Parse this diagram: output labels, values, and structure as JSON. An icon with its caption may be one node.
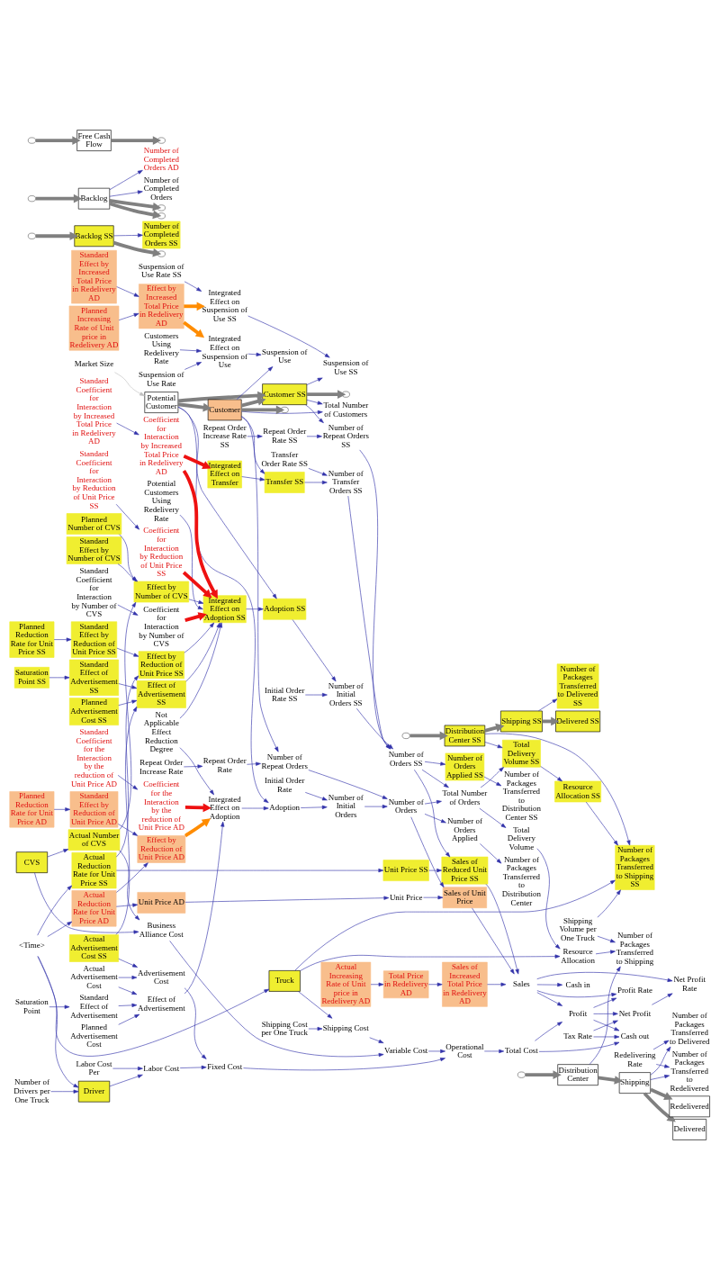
{
  "diagram": {
    "nodes": [
      {
        "text": [
          "Potential Customer"
        ]
      },
      {
        "text": [
          "Customer SS"
        ]
      },
      {
        "text": [
          "Customer"
        ]
      },
      {
        "text": [
          "Backlog SS"
        ]
      },
      {
        "text": [
          "Backlog"
        ]
      },
      {
        "text": [
          "Delivered SS"
        ]
      },
      {
        "text": [
          "Delivered"
        ]
      },
      {
        "text": [
          "Shipping SS"
        ]
      },
      {
        "text": [
          "Shipping"
        ]
      },
      {
        "text": [
          "Distribution Center SS"
        ]
      },
      {
        "text": [
          "Distribution Center"
        ]
      },
      {
        "text": [
          "Redelivered"
        ]
      },
      {
        "text": [
          "Free Cash Flow"
        ]
      },
      {
        "text": [
          "Driver"
        ]
      },
      {
        "text": [
          "Truck"
        ]
      },
      {
        "text": [
          "CVS"
        ]
      },
      {
        "text": [
          "Adoption SS"
        ]
      },
      {
        "text": [
          "Adoption"
        ]
      },
      {
        "text": [
          "Transfer SS"
        ]
      },
      {
        "text": [
          "Suspension of Use SS"
        ]
      },
      {
        "text": [
          "Suspension of Use"
        ]
      },
      {
        "text": [
          "Number of Completed Orders SS"
        ]
      },
      {
        "text": [
          "Number of Completed Orders AD"
        ]
      },
      {
        "text": [
          "Number of Completed Orders"
        ]
      },
      {
        "text": [
          "Number of Orders Applied SS"
        ]
      },
      {
        "text": [
          "Number of Orders Applied"
        ]
      },
      {
        "text": [
          "Number of Packages Transferred to Delivered SS"
        ]
      },
      {
        "text": [
          "Number of Packages Transferred to Delivered"
        ]
      },
      {
        "text": [
          "Number of Packages Transferred to Shipping SS"
        ]
      },
      {
        "text": [
          "Number of Packages Transferred to Shipping"
        ]
      },
      {
        "text": [
          "Number of Packages Transferred to Distribution Center SS"
        ]
      },
      {
        "text": [
          "Number of Packages Transferred to Distribution Center"
        ]
      },
      {
        "text": [
          "Number of Packages Transferred to Redelivered"
        ]
      },
      {
        "text": [
          "Redelivering Rate"
        ]
      },
      {
        "text": [
          "Shipping Volume per One Truck"
        ]
      },
      {
        "text": [
          "Resource Allocation SS"
        ]
      },
      {
        "text": [
          "Resource Allocation"
        ]
      },
      {
        "text": [
          "Total Delivery Volume SS"
        ]
      },
      {
        "text": [
          "Total Delivery Volume"
        ]
      },
      {
        "text": [
          "Market Size"
        ]
      },
      {
        "text": [
          "Integrated Effect on Adoption SS"
        ]
      },
      {
        "text": [
          "Integrated Effect on Adoption"
        ]
      },
      {
        "text": [
          "Saturation Point SS"
        ]
      },
      {
        "text": [
          "Standard Effect of Advertisement SS"
        ]
      },
      {
        "text": [
          "Effect of Advertisement SS"
        ]
      },
      {
        "text": [
          "Planned Advertisement Cost SS"
        ]
      },
      {
        "text": [
          "Actual Advertisement Cost SS"
        ]
      },
      {
        "text": [
          "Potential Customers Using Redelivery Rate"
        ]
      },
      {
        "text": [
          "Saturation Point"
        ]
      },
      {
        "text": [
          "Standard Effect of Advertisement"
        ]
      },
      {
        "text": [
          "Effect of Advertisement"
        ]
      },
      {
        "text": [
          "Planned Advertisement Cost"
        ]
      },
      {
        "text": [
          "Actual Advertisement Cost"
        ]
      },
      {
        "text": [
          "Number of Initial Orders SS"
        ]
      },
      {
        "text": [
          "Initial Order Rate SS"
        ]
      },
      {
        "text": [
          "Number of Repeat Orders SS"
        ]
      },
      {
        "text": [
          "Repeat Order Rate SS"
        ]
      },
      {
        "text": [
          "Repeat Order Increase Rate SS"
        ]
      },
      {
        "text": [
          "Integrated Effect on Transfer"
        ]
      },
      {
        "text": [
          "Number of Transfer Orders SS"
        ]
      },
      {
        "text": [
          "Transfer Order Rate SS"
        ]
      },
      {
        "text": [
          "Customers Using Redelivery Rate"
        ]
      },
      {
        "text": [
          "Integrated Effect on Suspension of Use"
        ]
      },
      {
        "text": [
          "Suspension of Use Rate"
        ]
      },
      {
        "text": [
          "Integrated Effect on Suspension of Use SS"
        ]
      },
      {
        "text": [
          "Suspension of Use Rate SS"
        ]
      },
      {
        "text": [
          "Total Number of Customers"
        ]
      },
      {
        "text": [
          "Not Applicable Effect Reduction Degree"
        ]
      },
      {
        "text": [
          "Number of Initial Orders"
        ]
      },
      {
        "text": [
          "Initial Order Rate"
        ]
      },
      {
        "text": [
          "Number of Repeat Orders"
        ]
      },
      {
        "text": [
          "Repeat Order Rate"
        ]
      },
      {
        "text": [
          "Repeat Order Increase Rate"
        ]
      },
      {
        "text": [
          "Total Number of Orders"
        ]
      },
      {
        "text": [
          "Number of Orders SS"
        ]
      },
      {
        "text": [
          "Number of Orders"
        ]
      },
      {
        "text": [
          "Coefficient for Interaction by Reduction of Unit Price SS"
        ]
      },
      {
        "text": [
          "Standard Coefficient for Interaction by Reduction of Unit Price SS"
        ]
      },
      {
        "text": [
          "Standard Effect by Reduction of Unit Price SS"
        ]
      },
      {
        "text": [
          "Effect by Reduction of Unit Price SS"
        ]
      },
      {
        "text": [
          "Planned Reduction Rate for Unit Price SS"
        ]
      },
      {
        "text": [
          "Actual Reduction Rate for Unit Price SS"
        ]
      },
      {
        "text": [
          "Unit Price SS"
        ]
      },
      {
        "text": [
          "Unit Price"
        ]
      },
      {
        "text": [
          "Sales of Unit Price"
        ]
      },
      {
        "text": [
          "Sales of Reduced Unit Price SS"
        ]
      },
      {
        "text": [
          "Sales of Increased Total Price in Redelivery AD"
        ]
      },
      {
        "text": [
          "Standard Coefficient for Interaction by Increased Total Price in Redelivery AD"
        ]
      },
      {
        "text": [
          "Coefficient for Interaction by Increased Total Price in Redelivery AD"
        ]
      },
      {
        "text": [
          "Effect by Increased Total Price in Redelivery AD"
        ]
      },
      {
        "text": [
          "Standard Effect by Increased Total Price in Redelivery AD"
        ]
      },
      {
        "text": [
          "Total Price in Redelivery AD"
        ]
      },
      {
        "text": [
          "Actual Increasing Rate of Unit price in Redelivery AD"
        ]
      },
      {
        "text": [
          "Planned Increasing Rate of Unit price in Redelivery AD"
        ]
      },
      {
        "text": [
          "Unit Price AD"
        ]
      },
      {
        "text": [
          "Effect by Reduction of Unit Price AD"
        ]
      },
      {
        "text": [
          "Standard Effect by Reduction of Unit Price AD"
        ]
      },
      {
        "text": [
          "Planned Reduction Rate for Unit Price AD"
        ]
      },
      {
        "text": [
          "Actual Reduction Rate for Unit Price AD"
        ]
      },
      {
        "text": [
          "Standard Coefficient for the Interaction by the reduction of Unit Price AD"
        ]
      },
      {
        "text": [
          "Coefficient for the Interaction by the reduction of Unit Price AD"
        ]
      },
      {
        "text": [
          "<Time>"
        ]
      },
      {
        "text": [
          "Standard Effect by Number of CVS"
        ]
      },
      {
        "text": [
          "Effect by Number of CVS"
        ]
      },
      {
        "text": [
          "Planned Number of CVS"
        ]
      },
      {
        "text": [
          "Actual Number of CVS"
        ]
      },
      {
        "text": [
          "Coefficient for Interaction by Number of CVS"
        ]
      },
      {
        "text": [
          "Standard Coefficient for Interaction by Number of CVS"
        ]
      },
      {
        "text": [
          "Number of Drivers per One Truck"
        ]
      },
      {
        "text": [
          "Shipping Cost per One Truck"
        ]
      },
      {
        "text": [
          "Shipping Cost"
        ]
      },
      {
        "text": [
          "Variable Cost"
        ]
      },
      {
        "text": [
          "Advertisement Cost"
        ]
      },
      {
        "text": [
          "Fixed Cost"
        ]
      },
      {
        "text": [
          "Business Alliance Cost"
        ]
      },
      {
        "text": [
          "Labor Cost"
        ]
      },
      {
        "text": [
          "Labor Cost Per"
        ]
      },
      {
        "text": [
          "Operational Cost"
        ]
      },
      {
        "text": [
          "Total Cost"
        ]
      },
      {
        "text": [
          "Cash out"
        ]
      },
      {
        "text": [
          "Cash in"
        ]
      },
      {
        "text": [
          "Tax Rate"
        ]
      },
      {
        "text": [
          "Profit"
        ]
      },
      {
        "text": [
          "Profit Rate"
        ]
      },
      {
        "text": [
          "Net Profit"
        ]
      },
      {
        "text": [
          "Net Profit Rate"
        ]
      },
      {
        "text": [
          "Sales"
        ]
      },
      {
        "text": [],
        "shape": "cloud"
      },
      {
        "text": [],
        "shape": "cloud"
      },
      {
        "text": [],
        "shape": "cloud"
      },
      {
        "text": [],
        "shape": "cloud"
      },
      {
        "text": [],
        "shape": "cloud"
      },
      {
        "text": [],
        "shape": "cloud"
      },
      {
        "text": [],
        "shape": "cloud"
      },
      {
        "text": [],
        "shape": "cloud"
      },
      {
        "text": [],
        "shape": "cloud"
      },
      {
        "text": [],
        "shape": "cloud"
      },
      {
        "text": [],
        "shape": "cloud"
      }
    ],
    "edges": [
      {
        "from": 127,
        "to": 3,
        "arrow": "to",
        "style": "thick",
        "color": "#808080"
      },
      {
        "from": 3,
        "to": 128,
        "arrow": "to",
        "style": "thick",
        "color": "#808080"
      },
      {
        "from": 129,
        "to": 4,
        "arrow": "to",
        "style": "thick",
        "color": "#808080"
      },
      {
        "from": 4,
        "to": 130,
        "arrow": "to",
        "style": "thick",
        "color": "#808080"
      },
      {
        "from": 4,
        "to": 131,
        "arrow": "to",
        "style": "thick",
        "color": "#808080"
      },
      {
        "from": 132,
        "to": 9,
        "arrow": "to",
        "style": "thick",
        "color": "#808080"
      },
      {
        "from": 9,
        "to": 7,
        "arrow": "to",
        "style": "thick",
        "color": "#808080"
      },
      {
        "from": 7,
        "to": 5,
        "arrow": "to",
        "style": "thick",
        "color": "#808080"
      },
      {
        "from": 133,
        "to": 10,
        "arrow": "to",
        "style": "thick",
        "color": "#808080"
      },
      {
        "from": 10,
        "to": 8,
        "arrow": "to",
        "style": "thick",
        "color": "#808080"
      },
      {
        "from": 8,
        "to": 6,
        "arrow": "to",
        "style": "thick",
        "color": "#808080"
      },
      {
        "from": 8,
        "to": 11,
        "arrow": "to",
        "style": "thick",
        "color": "#808080"
      },
      {
        "from": 0,
        "to": 1,
        "arrow": "to",
        "style": "thick",
        "color": "#808080"
      },
      {
        "from": 0,
        "to": 2,
        "arrow": "to",
        "style": "thick",
        "color": "#808080"
      },
      {
        "from": 2,
        "to": 1,
        "arrow": "to",
        "style": "thick",
        "color": "#808080"
      },
      {
        "from": 1,
        "to": 134,
        "arrow": "to",
        "style": "thick",
        "color": "#808080"
      },
      {
        "from": 2,
        "to": 135,
        "arrow": "to",
        "style": "thick",
        "color": "#808080"
      },
      {
        "from": 136,
        "to": 12,
        "arrow": "to",
        "style": "thick",
        "color": "#808080"
      },
      {
        "from": 12,
        "to": 137,
        "arrow": "to",
        "style": "thick",
        "color": "#808080"
      },
      {
        "from": 39,
        "to": 0,
        "arrow": "to",
        "color": "#c0c0c0"
      },
      {
        "from": 42,
        "to": 43,
        "arrow": "to"
      },
      {
        "from": 43,
        "to": 44,
        "arrow": "to"
      },
      {
        "from": 45,
        "to": 44,
        "arrow": "to"
      },
      {
        "from": 46,
        "to": 44,
        "arrow": "to"
      },
      {
        "from": 44,
        "to": 40,
        "arrow": "to"
      },
      {
        "from": 47,
        "to": 40,
        "arrow": "to"
      },
      {
        "from": 40,
        "to": 16,
        "arrow": "to"
      },
      {
        "from": 0,
        "to": 16,
        "arrow": "to"
      },
      {
        "from": 16,
        "to": 53,
        "arrow": "to"
      },
      {
        "from": 54,
        "to": 53,
        "arrow": "to"
      },
      {
        "from": 56,
        "to": 55,
        "arrow": "to"
      },
      {
        "from": 1,
        "to": 55,
        "arrow": "to"
      },
      {
        "from": 57,
        "to": 56,
        "arrow": "to"
      },
      {
        "from": 53,
        "to": 74,
        "arrow": "to"
      },
      {
        "from": 55,
        "to": 74,
        "arrow": "to"
      },
      {
        "from": 59,
        "to": 74,
        "arrow": "to"
      },
      {
        "from": 58,
        "to": 18,
        "arrow": "to"
      },
      {
        "from": 2,
        "to": 18,
        "arrow": "to"
      },
      {
        "from": 60,
        "to": 59,
        "arrow": "to"
      },
      {
        "from": 18,
        "to": 59,
        "arrow": "to"
      },
      {
        "from": 65,
        "to": 64,
        "arrow": "to"
      },
      {
        "from": 64,
        "to": 19,
        "arrow": "to"
      },
      {
        "from": 1,
        "to": 19,
        "arrow": "to"
      },
      {
        "from": 1,
        "to": 66,
        "arrow": "to"
      },
      {
        "from": 2,
        "to": 66,
        "arrow": "to"
      },
      {
        "from": 67,
        "to": 40,
        "arrow": "to"
      },
      {
        "from": 67,
        "to": 41,
        "arrow": "to"
      },
      {
        "from": 61,
        "to": 62,
        "arrow": "to"
      },
      {
        "from": 63,
        "to": 62,
        "arrow": "to"
      },
      {
        "from": 62,
        "to": 20,
        "arrow": "to"
      },
      {
        "from": 2,
        "to": 20,
        "arrow": "to"
      },
      {
        "from": 48,
        "to": 49,
        "arrow": "to"
      },
      {
        "from": 49,
        "to": 50,
        "arrow": "to"
      },
      {
        "from": 51,
        "to": 50,
        "arrow": "to"
      },
      {
        "from": 52,
        "to": 50,
        "arrow": "to"
      },
      {
        "from": 50,
        "to": 41,
        "arrow": "to"
      },
      {
        "from": 41,
        "to": 17,
        "arrow": "to"
      },
      {
        "from": 0,
        "to": 17,
        "arrow": "to"
      },
      {
        "from": 17,
        "to": 68,
        "arrow": "to"
      },
      {
        "from": 69,
        "to": 68,
        "arrow": "to"
      },
      {
        "from": 2,
        "to": 70,
        "arrow": "to"
      },
      {
        "from": 71,
        "to": 70,
        "arrow": "to"
      },
      {
        "from": 72,
        "to": 71,
        "arrow": "to"
      },
      {
        "from": 68,
        "to": 75,
        "arrow": "to"
      },
      {
        "from": 70,
        "to": 75,
        "arrow": "to"
      },
      {
        "from": 75,
        "to": 73,
        "arrow": "to"
      },
      {
        "from": 74,
        "to": 73,
        "arrow": "to"
      },
      {
        "from": 75,
        "to": 25,
        "arrow": "to"
      },
      {
        "from": 74,
        "to": 24,
        "arrow": "to"
      },
      {
        "from": 4,
        "to": 23,
        "arrow": "to"
      },
      {
        "from": 3,
        "to": 21,
        "arrow": "to"
      },
      {
        "from": 4,
        "to": 22,
        "arrow": "to"
      },
      {
        "from": 24,
        "to": 30,
        "arrow": "to"
      },
      {
        "from": 25,
        "to": 31,
        "arrow": "to"
      },
      {
        "from": 80,
        "to": 78,
        "arrow": "to"
      },
      {
        "from": 81,
        "to": 79,
        "arrow": "to"
      },
      {
        "from": 78,
        "to": 79,
        "arrow": "to"
      },
      {
        "from": 79,
        "to": 40,
        "arrow": "to"
      },
      {
        "from": 77,
        "to": 76,
        "arrow": "to"
      },
      {
        "from": 76,
        "to": 40,
        "arrow": "to",
        "style": "thick",
        "color": "#ee1111"
      },
      {
        "from": 81,
        "to": 82,
        "arrow": "to"
      },
      {
        "from": 82,
        "to": 85,
        "arrow": "to"
      },
      {
        "from": 97,
        "to": 96,
        "arrow": "to"
      },
      {
        "from": 98,
        "to": 95,
        "arrow": "to"
      },
      {
        "from": 96,
        "to": 95,
        "arrow": "to"
      },
      {
        "from": 95,
        "to": 41,
        "arrow": "to",
        "style": "thick",
        "color": "#ff8c00"
      },
      {
        "from": 98,
        "to": 94,
        "arrow": "to"
      },
      {
        "from": 94,
        "to": 83,
        "arrow": "to"
      },
      {
        "from": 83,
        "to": 84,
        "arrow": "to"
      },
      {
        "from": 99,
        "to": 100,
        "arrow": "to"
      },
      {
        "from": 100,
        "to": 41,
        "arrow": "to",
        "style": "thick",
        "color": "#ee1111"
      },
      {
        "from": 101,
        "to": 98,
        "arrow": "to"
      },
      {
        "from": 101,
        "to": 81,
        "arrow": "to"
      },
      {
        "from": 101,
        "to": 13,
        "arrow": "to"
      },
      {
        "from": 101,
        "to": 14,
        "arrow": "to"
      },
      {
        "from": 93,
        "to": 89,
        "arrow": "to"
      },
      {
        "from": 92,
        "to": 91,
        "arrow": "to"
      },
      {
        "from": 90,
        "to": 89,
        "arrow": "to"
      },
      {
        "from": 89,
        "to": 62,
        "arrow": "to",
        "style": "thick",
        "color": "#ff8c00"
      },
      {
        "from": 89,
        "to": 64,
        "arrow": "to",
        "style": "thick",
        "color": "#ff8c00"
      },
      {
        "from": 87,
        "to": 88,
        "arrow": "to"
      },
      {
        "from": 88,
        "to": 58,
        "arrow": "to",
        "style": "thick",
        "color": "#ee1111"
      },
      {
        "from": 88,
        "to": 40,
        "arrow": "to",
        "style": "thick",
        "color": "#ee1111"
      },
      {
        "from": 91,
        "to": 86,
        "arrow": "to"
      },
      {
        "from": 104,
        "to": 103,
        "arrow": "to"
      },
      {
        "from": 102,
        "to": 103,
        "arrow": "to"
      },
      {
        "from": 105,
        "to": 103,
        "arrow": "to"
      },
      {
        "from": 103,
        "to": 40,
        "arrow": "to"
      },
      {
        "from": 107,
        "to": 106,
        "arrow": "to"
      },
      {
        "from": 106,
        "to": 40,
        "arrow": "to",
        "style": "thick",
        "color": "#ee1111"
      },
      {
        "from": 9,
        "to": 37,
        "arrow": "to"
      },
      {
        "from": 37,
        "to": 35,
        "arrow": "to"
      },
      {
        "from": 35,
        "to": 28,
        "arrow": "to"
      },
      {
        "from": 34,
        "to": 28,
        "arrow": "to"
      },
      {
        "from": 34,
        "to": 29,
        "arrow": "to"
      },
      {
        "from": 9,
        "to": 28,
        "arrow": "to"
      },
      {
        "from": 7,
        "to": 26,
        "arrow": "to"
      },
      {
        "from": 10,
        "to": 29,
        "arrow": "to"
      },
      {
        "from": 8,
        "to": 27,
        "arrow": "to"
      },
      {
        "from": 8,
        "to": 32,
        "arrow": "to"
      },
      {
        "from": 33,
        "to": 32,
        "arrow": "to"
      },
      {
        "from": 33,
        "to": 27,
        "arrow": "to"
      },
      {
        "from": 38,
        "to": 36,
        "arrow": "to"
      },
      {
        "from": 36,
        "to": 29,
        "arrow": "to"
      },
      {
        "from": 14,
        "to": 36,
        "arrow": "to"
      },
      {
        "from": 14,
        "to": 28,
        "arrow": "to"
      },
      {
        "from": 14,
        "to": 110,
        "arrow": "to"
      },
      {
        "from": 108,
        "to": 13,
        "arrow": "to"
      },
      {
        "from": 13,
        "to": 115,
        "arrow": "to"
      },
      {
        "from": 15,
        "to": 114,
        "arrow": "to"
      },
      {
        "from": 109,
        "to": 110,
        "arrow": "to"
      },
      {
        "from": 110,
        "to": 111,
        "arrow": "to"
      },
      {
        "from": 114,
        "to": 111,
        "arrow": "to"
      },
      {
        "from": 52,
        "to": 112,
        "arrow": "to"
      },
      {
        "from": 46,
        "to": 112,
        "arrow": "to"
      },
      {
        "from": 112,
        "to": 113,
        "arrow": "to"
      },
      {
        "from": 115,
        "to": 113,
        "arrow": "to"
      },
      {
        "from": 116,
        "to": 115,
        "arrow": "to"
      },
      {
        "from": 111,
        "to": 117,
        "arrow": "to"
      },
      {
        "from": 113,
        "to": 117,
        "arrow": "to"
      },
      {
        "from": 117,
        "to": 118,
        "arrow": "to"
      },
      {
        "from": 118,
        "to": 119,
        "arrow": "to"
      },
      {
        "from": 122,
        "to": 119,
        "arrow": "to"
      },
      {
        "from": 121,
        "to": 119,
        "arrow": "to"
      },
      {
        "from": 126,
        "to": 120,
        "arrow": "to"
      },
      {
        "from": 126,
        "to": 122,
        "arrow": "to"
      },
      {
        "from": 118,
        "to": 122,
        "arrow": "to"
      },
      {
        "from": 126,
        "to": 123,
        "arrow": "to"
      },
      {
        "from": 122,
        "to": 123,
        "arrow": "to"
      },
      {
        "from": 121,
        "to": 124,
        "arrow": "to"
      },
      {
        "from": 122,
        "to": 124,
        "arrow": "to"
      },
      {
        "from": 124,
        "to": 125,
        "arrow": "to"
      },
      {
        "from": 126,
        "to": 125,
        "arrow": "to"
      },
      {
        "from": 84,
        "to": 126,
        "arrow": "to"
      },
      {
        "from": 85,
        "to": 126,
        "arrow": "to"
      },
      {
        "from": 86,
        "to": 126,
        "arrow": "to"
      },
      {
        "from": 75,
        "to": 84,
        "arrow": "to"
      },
      {
        "from": 74,
        "to": 85,
        "arrow": "to"
      },
      {
        "from": 105,
        "to": 114,
        "arrow": "to"
      },
      {
        "from": 15,
        "to": 105,
        "arrow": "to"
      },
      {
        "from": 73,
        "to": 38,
        "arrow": "to"
      },
      {
        "from": 73,
        "to": 37,
        "arrow": "to"
      }
    ]
  }
}
